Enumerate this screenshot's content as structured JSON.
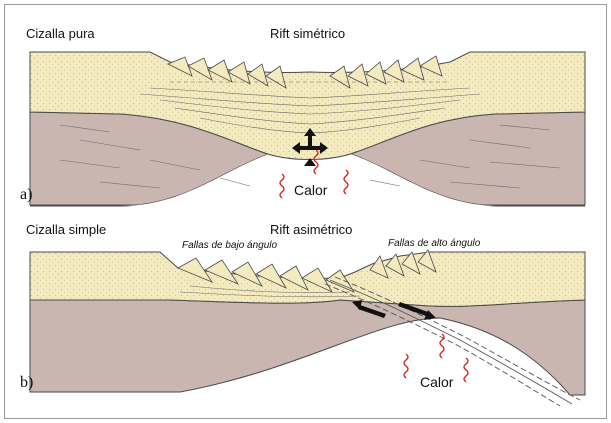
{
  "colors": {
    "sediment": "#f3eabf",
    "crust": "#c9b6b0",
    "heat": "#d21d1d",
    "outline": "#4a4a4a"
  },
  "panel_a": {
    "label": "a)",
    "mechanism": "Cizalla pura",
    "rift": "Rift simétrico",
    "heat": "Calor"
  },
  "panel_b": {
    "label": "b)",
    "mechanism": "Cizalla simple",
    "rift": "Rift asimétrico",
    "low_angle_faults": "Fallas de bajo ángulo",
    "high_angle_faults": "Fallas de alto ángulo",
    "heat": "Calor"
  }
}
